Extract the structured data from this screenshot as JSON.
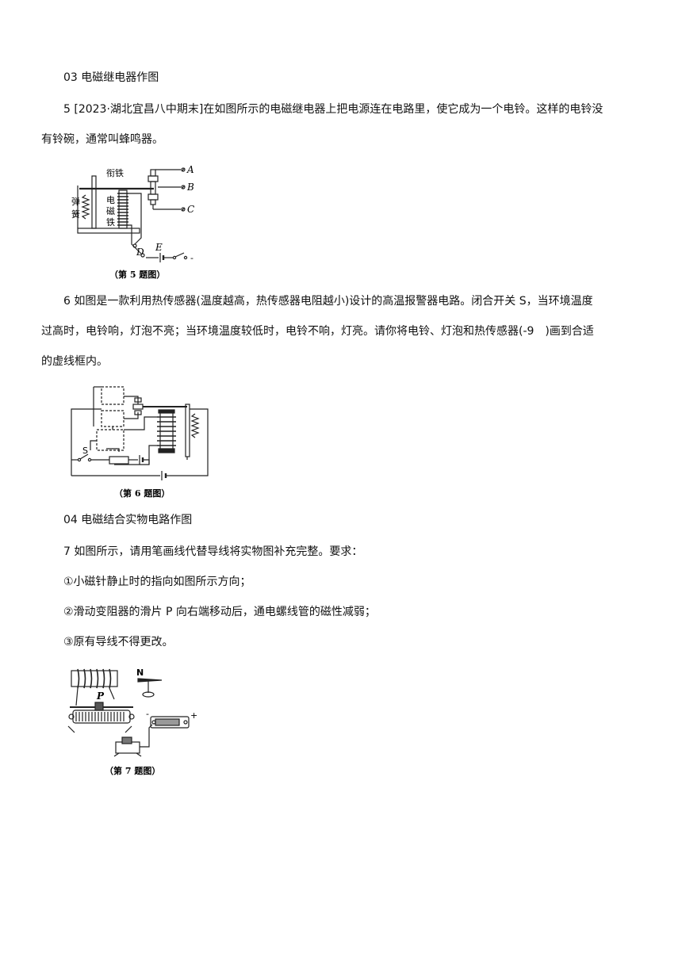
{
  "sec03": {
    "title": "03 电磁继电器作图"
  },
  "q5": {
    "line1": "5  [2023·湖北宜昌八中期末]在如图所示的电磁继电器上把电源连在电路里，使它成为一个电铃。这样的电铃没",
    "line2": "有铃碗，通常叫蜂鸣器。",
    "figure": {
      "armature": "衔铁",
      "spring_1": "弹",
      "spring_2": "簧",
      "magnet_1": "电",
      "magnet_2": "磁",
      "magnet_3": "铁",
      "A": "A",
      "B": "B",
      "C": "C",
      "D": "D",
      "E": "E",
      "minus": "-",
      "caption": "（第 5 题图）"
    }
  },
  "q6": {
    "line1": "6  如图是一款利用热传感器(温度越高，热传感器电阻越小)设计的高温报警器电路。闭合开关 S，当环境温度",
    "line2": "过高时，电铃响，灯泡不亮；当环境温度较低时，电铃不响，灯亮。请你将电铃、灯泡和热传感器(-9　)画到合适",
    "line3": "的虚线框内。",
    "figure": {
      "S": "S",
      "caption": "（第 6 题图）"
    }
  },
  "sec04": {
    "title": "04 电磁结合实物电路作图"
  },
  "q7": {
    "line1": "7  如图所示，请用笔画线代替导线将实物图补充完整。要求：",
    "req1": "①小磁针静止时的指向如图所示方向；",
    "req2": "②滑动变阻器的滑片  P  向右端移动后，通电螺线管的磁性减弱；",
    "req3": "③原有导线不得更改。",
    "figure": {
      "N": "N",
      "P": "P",
      "minus": "-",
      "plus": "+",
      "caption": "（第 7 题图）"
    }
  }
}
